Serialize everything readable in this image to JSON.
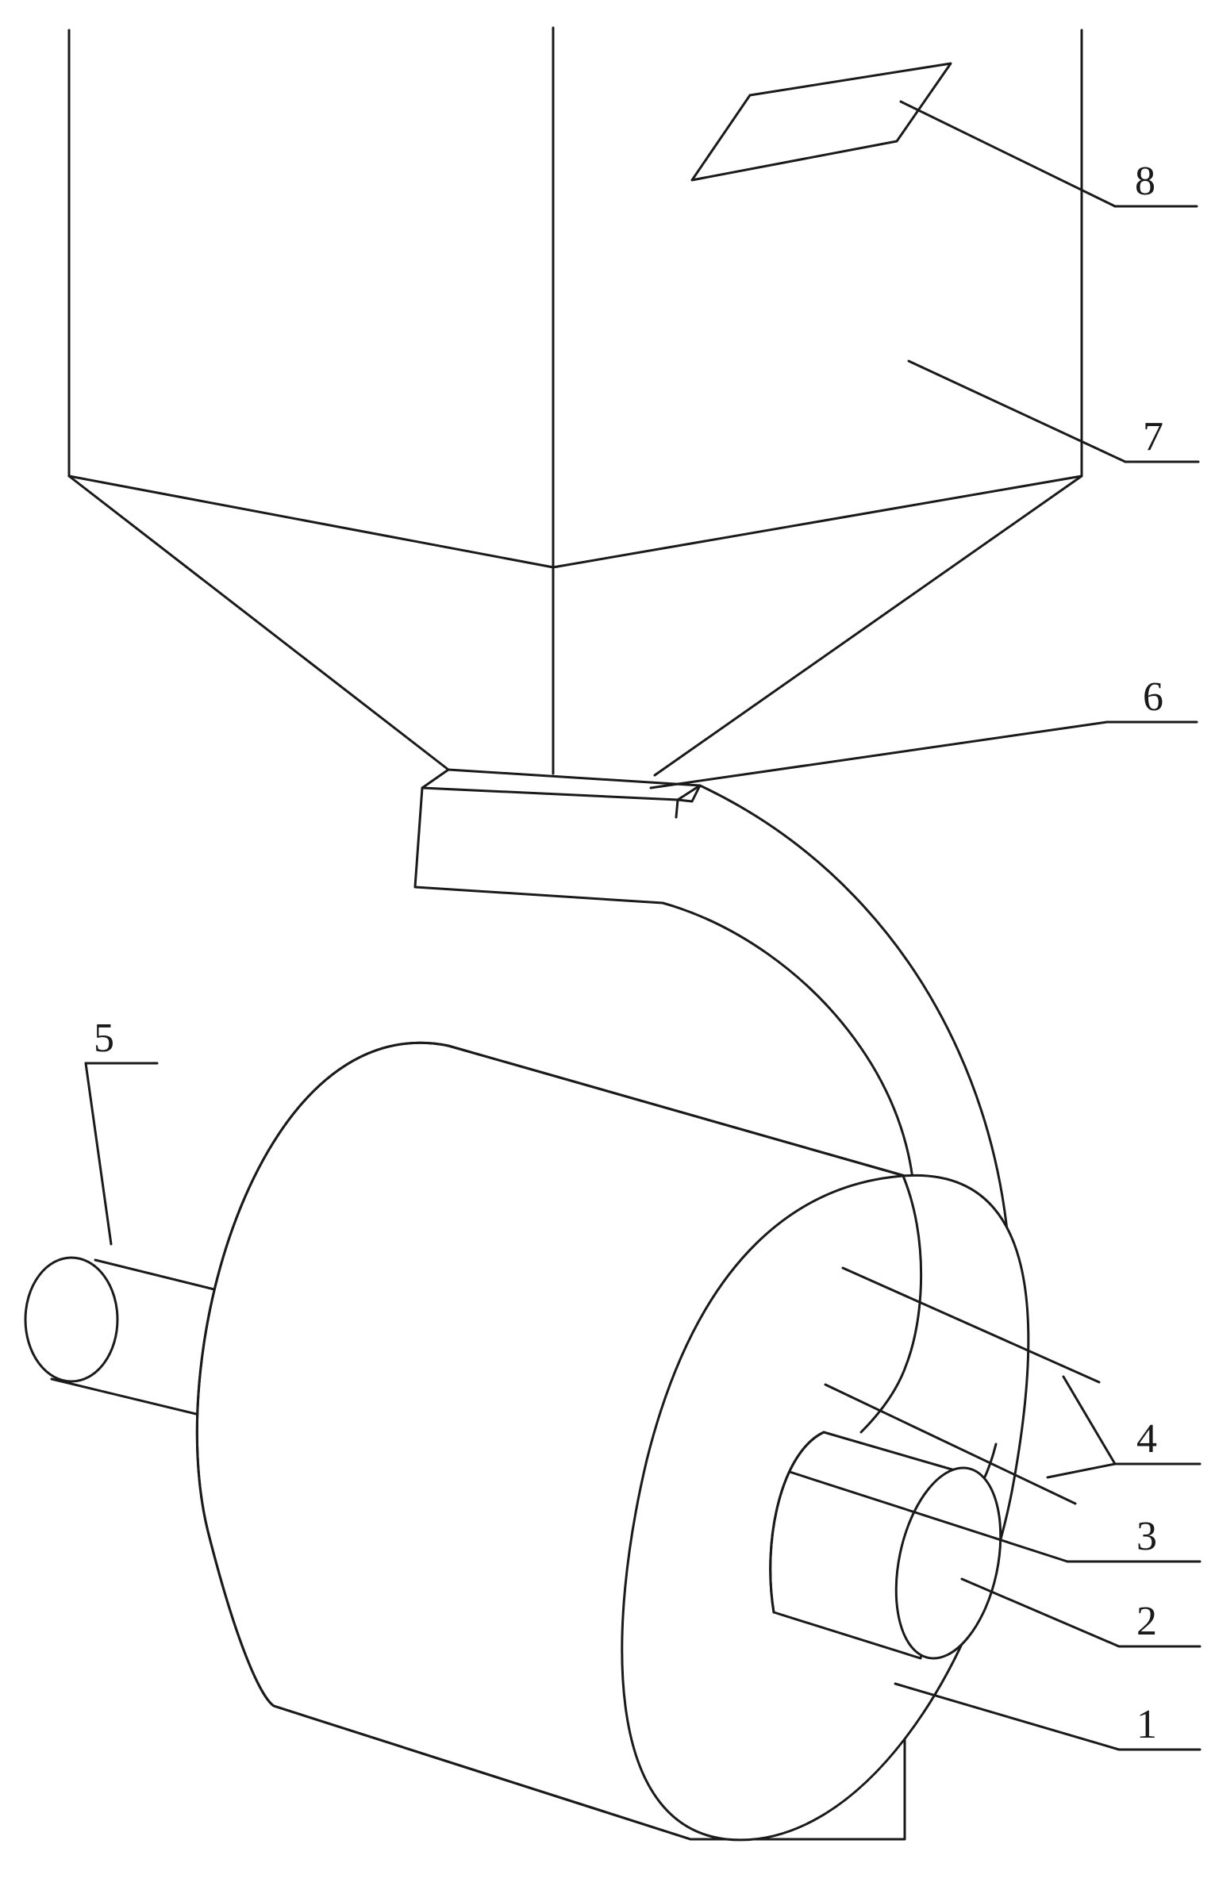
{
  "labels": {
    "l1": "1",
    "l2": "2",
    "l3": "3",
    "l4": "4",
    "l5": "5",
    "l6": "6",
    "l7": "7",
    "l8": "8"
  },
  "colors": {
    "ink": "#1a1a1a",
    "paper": "#ffffff"
  }
}
